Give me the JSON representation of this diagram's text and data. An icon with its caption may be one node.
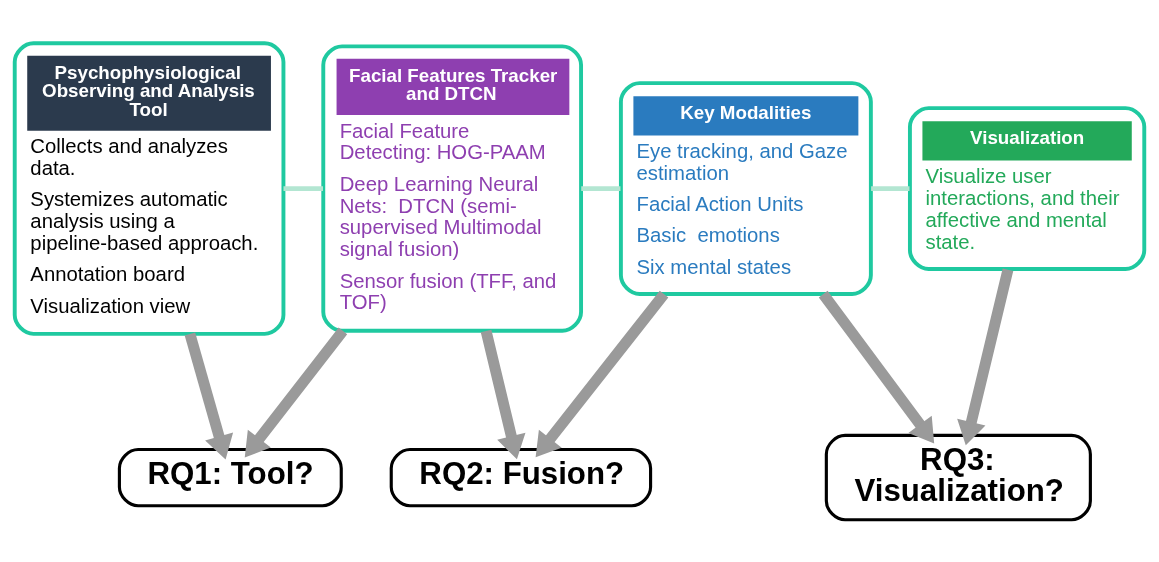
{
  "diagram": {
    "nodes": [
      {
        "text": [
          "Psychophysiological Observing and Analysis Tool",
          "Collects and analyzes data.",
          "Systemizes automatic analysis using a pipeline-based approach.",
          "Annotation board",
          "Visualization view"
        ]
      },
      {
        "text": [
          "Facial Features Tracker and DTCN",
          "Facial Feature Detecting: HOG-PAAM",
          "Deep Learning Neural Nets:  DTCN (semi-supervised Multimodal signal fusion)",
          "Sensor fusion (TFF, and TOF)"
        ]
      },
      {
        "text": [
          "Key Modalities",
          "Eye tracking, and Gaze estimation",
          "Facial Action Units",
          "Basic  emotions",
          "Six mental states"
        ]
      },
      {
        "text": [
          "Visualization",
          "Visualize user interactions, and their affective and mental state."
        ]
      },
      {
        "text": [
          "RQ1: Tool?"
        ]
      },
      {
        "text": [
          "RQ2: Fusion?"
        ]
      },
      {
        "text": [
          "RQ3: Visualization?"
        ]
      }
    ],
    "edges": [
      {
        "from": 0,
        "to": 1,
        "arrow": "none",
        "color": "#b3e6d2"
      },
      {
        "from": 1,
        "to": 2,
        "arrow": "none",
        "color": "#b3e6d2"
      },
      {
        "from": 2,
        "to": 3,
        "arrow": "none",
        "color": "#b3e6d2"
      },
      {
        "from": 0,
        "to": 4,
        "arrow": "to"
      },
      {
        "from": 1,
        "to": 4,
        "arrow": "to"
      },
      {
        "from": 1,
        "to": 5,
        "arrow": "to"
      },
      {
        "from": 2,
        "to": 5,
        "arrow": "to"
      },
      {
        "from": 2,
        "to": 6,
        "arrow": "to"
      },
      {
        "from": 3,
        "to": 6,
        "arrow": "to"
      }
    ]
  }
}
